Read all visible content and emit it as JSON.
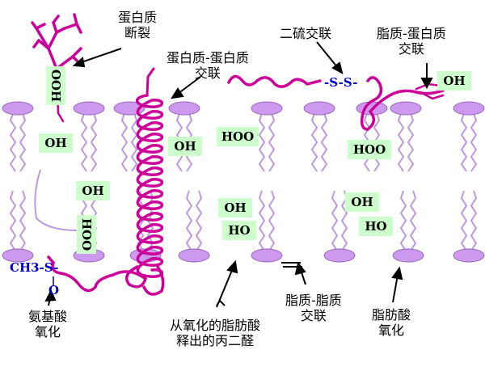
{
  "labels": {
    "protein_break": [
      "蛋白质",
      "断裂"
    ],
    "protein_protein": [
      "蛋白质-蛋白质",
      "交联"
    ],
    "disulfide": "二硫交联",
    "lipid_protein": [
      "脂质-蛋白质",
      "交联"
    ],
    "amino_acid": [
      "氨基酸",
      "氧化"
    ],
    "mda": [
      "从氧化的脂肪酸",
      "释出的丙二醛"
    ],
    "lipid_lipid": [
      "脂质-脂质",
      "交联"
    ],
    "fatty_acid": [
      "脂肪酸",
      "氧化"
    ]
  },
  "groups": {
    "ooh": "OOH",
    "oh": "OH",
    "hoo": "HOO",
    "ho": "HO",
    "ss": "-S-S-",
    "ch3s": "CH3-S-",
    "o": "O"
  },
  "colors": {
    "protein": "#cc0099",
    "lipid_head": "#cc99ee",
    "lipid_head_edge": "#9966bb",
    "tail": "#bb99dd",
    "box": "#ccffcc",
    "chem_text": "#0000cc"
  }
}
